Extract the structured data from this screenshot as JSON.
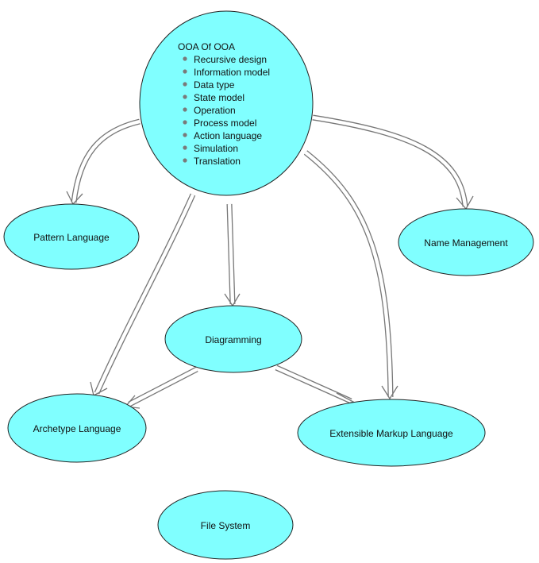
{
  "nodes": {
    "ooa": {
      "title": "OOA Of OOA",
      "items": [
        "Recursive design",
        "Information model",
        "Data type",
        "State model",
        "Operation",
        "Process model",
        "Action language",
        "Simulation",
        "Translation"
      ]
    },
    "pattern": {
      "label": "Pattern Language"
    },
    "name_mgmt": {
      "label": "Name Management"
    },
    "diagramming": {
      "label": "Diagramming"
    },
    "archetype": {
      "label": "Archetype Language"
    },
    "xml": {
      "label": "Extensible Markup Language"
    },
    "filesystem": {
      "label": "File System"
    }
  },
  "colors": {
    "node_fill": "#80ffff",
    "node_stroke": "#222222",
    "edge": "#777777"
  }
}
